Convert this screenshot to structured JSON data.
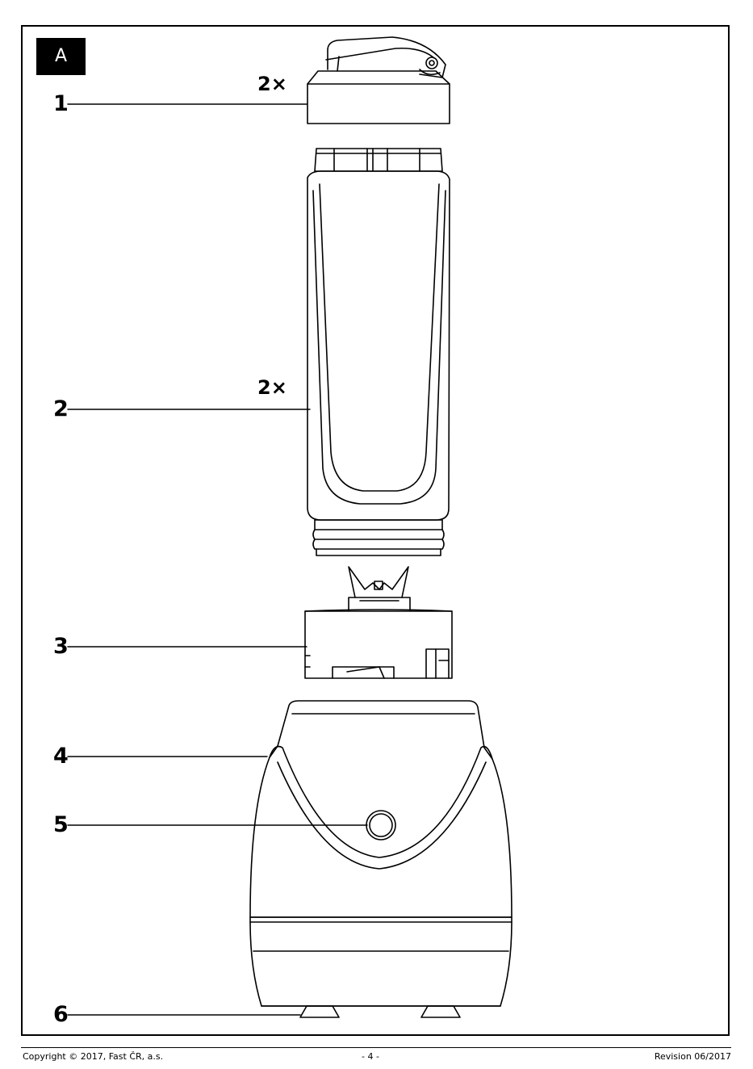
{
  "figure": {
    "label": "A",
    "parts": [
      {
        "number": "1",
        "quantity": "2×"
      },
      {
        "number": "2",
        "quantity": "2×"
      },
      {
        "number": "3"
      },
      {
        "number": "4"
      },
      {
        "number": "5"
      },
      {
        "number": "6"
      }
    ]
  },
  "footer": {
    "copyright": "Copyright © 2017, Fast ČR, a.s.",
    "page": "- 4 -",
    "revision": "Revision 06/2017"
  }
}
